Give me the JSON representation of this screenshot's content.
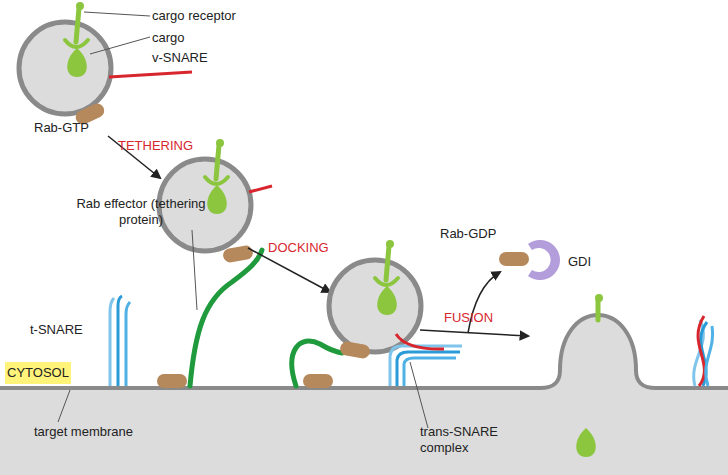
{
  "diagram": {
    "nodes": [
      {
        "text": [
          "CYTOSOL"
        ]
      }
    ],
    "labels": [
      "cargo receptor",
      "cargo",
      "v-SNARE",
      "Rab-GTP",
      "TETHERING",
      "Rab effector (tethering protein)",
      "DOCKING",
      "Rab-GDP",
      "GDI",
      "FUSION",
      "t-SNARE",
      "trans-SNARE complex",
      "target membrane"
    ]
  }
}
